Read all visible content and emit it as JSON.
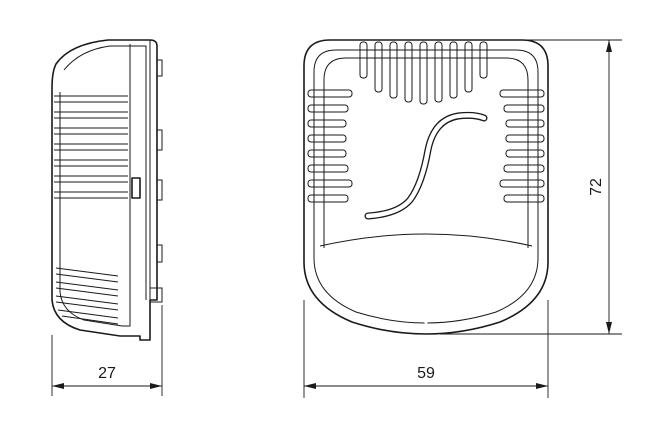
{
  "dimensions": {
    "depth": "27",
    "width": "59",
    "height": "72"
  }
}
